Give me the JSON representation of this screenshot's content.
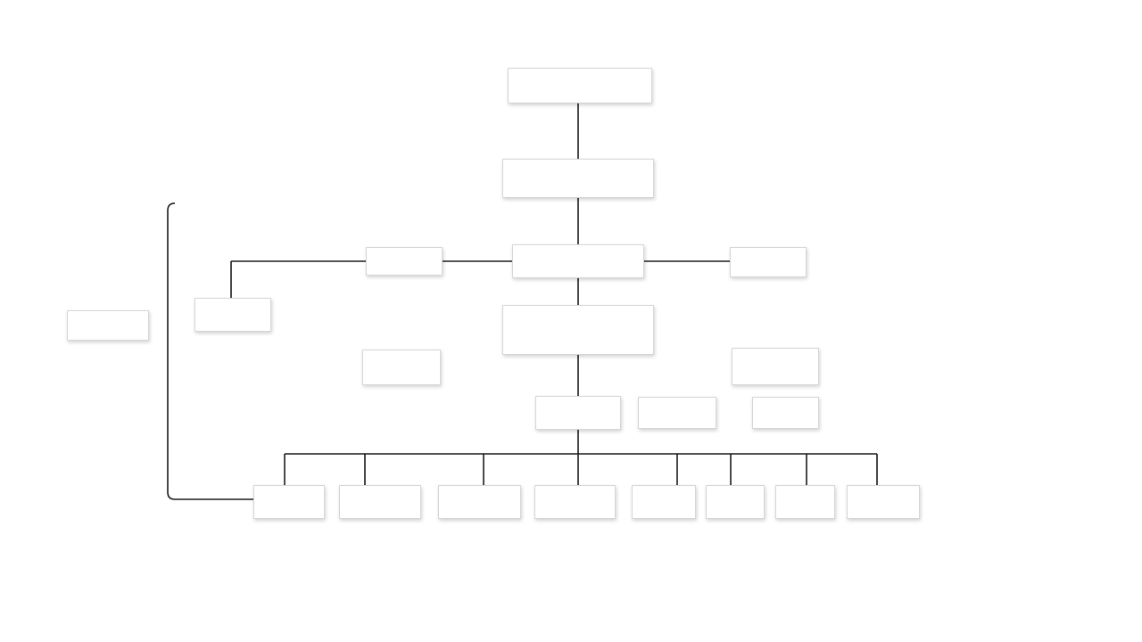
{
  "diagram": {
    "nodes": [
      {
        "id": "n1",
        "label": ""
      },
      {
        "id": "n2",
        "label": ""
      },
      {
        "id": "n3",
        "label": ""
      },
      {
        "id": "n4",
        "label": ""
      },
      {
        "id": "n5",
        "label": ""
      },
      {
        "id": "n6",
        "label": ""
      },
      {
        "id": "n7",
        "label": ""
      },
      {
        "id": "n8",
        "label": ""
      },
      {
        "id": "n9",
        "label": ""
      },
      {
        "id": "n10",
        "label": ""
      },
      {
        "id": "n11",
        "label": ""
      },
      {
        "id": "n12",
        "label": ""
      },
      {
        "id": "n13",
        "label": ""
      },
      {
        "id": "n14",
        "label": ""
      },
      {
        "id": "n15",
        "label": ""
      },
      {
        "id": "n16",
        "label": ""
      },
      {
        "id": "n17",
        "label": ""
      },
      {
        "id": "n18",
        "label": ""
      },
      {
        "id": "n19",
        "label": ""
      },
      {
        "id": "n20",
        "label": ""
      },
      {
        "id": "n21",
        "label": ""
      },
      {
        "id": "n22",
        "label": ""
      }
    ],
    "connections": [
      {
        "from": "n1",
        "to": "n2"
      },
      {
        "from": "n2",
        "to": "n3"
      },
      {
        "from": "n3",
        "to": "n4"
      },
      {
        "from": "n3",
        "to": "n5"
      },
      {
        "from": "n3",
        "to": "n6"
      },
      {
        "from": "n4",
        "to": "n7"
      },
      {
        "from": "n6",
        "to": "n9"
      },
      {
        "from": "n9",
        "to": "n15"
      },
      {
        "from": "n9",
        "to": "n16"
      },
      {
        "from": "n9",
        "to": "n17"
      },
      {
        "from": "n9",
        "to": "n18"
      },
      {
        "from": "n9",
        "to": "n19"
      },
      {
        "from": "n9",
        "to": "n20"
      },
      {
        "from": "n9",
        "to": "n21"
      },
      {
        "from": "n9",
        "to": "n22"
      },
      {
        "from": "n8",
        "to": "n15"
      }
    ]
  }
}
